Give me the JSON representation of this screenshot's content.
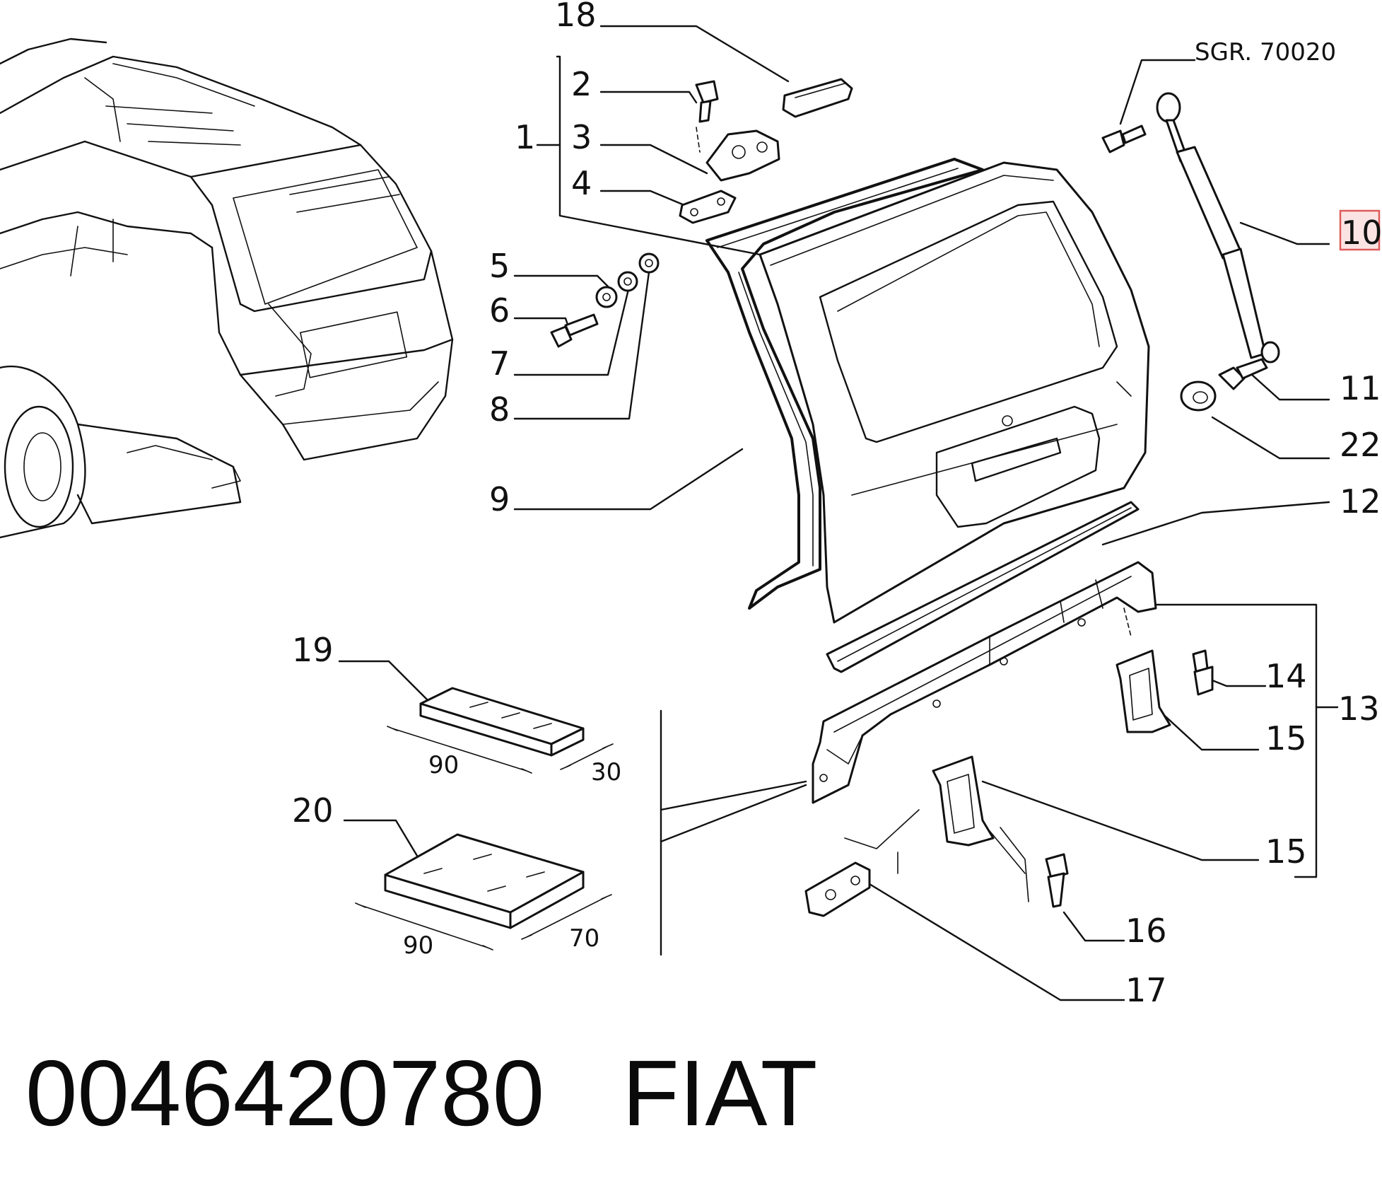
{
  "callouts": [
    {
      "id": "18",
      "text": "18"
    },
    {
      "id": "2",
      "text": "2"
    },
    {
      "id": "1",
      "text": "1"
    },
    {
      "id": "3",
      "text": "3"
    },
    {
      "id": "4",
      "text": "4"
    },
    {
      "id": "5",
      "text": "5"
    },
    {
      "id": "6",
      "text": "6"
    },
    {
      "id": "7",
      "text": "7"
    },
    {
      "id": "8",
      "text": "8"
    },
    {
      "id": "9",
      "text": "9"
    },
    {
      "id": "10",
      "text": "10",
      "highlighted": true
    },
    {
      "id": "11",
      "text": "11"
    },
    {
      "id": "22",
      "text": "22"
    },
    {
      "id": "12",
      "text": "12"
    },
    {
      "id": "13",
      "text": "13"
    },
    {
      "id": "14",
      "text": "14"
    },
    {
      "id": "15a",
      "text": "15"
    },
    {
      "id": "15b",
      "text": "15"
    },
    {
      "id": "16",
      "text": "16"
    },
    {
      "id": "17",
      "text": "17"
    },
    {
      "id": "19",
      "text": "19"
    },
    {
      "id": "20",
      "text": "20"
    }
  ],
  "reference": "SGR. 70020",
  "dimensions": {
    "pad19_length": "90",
    "pad19_width": "30",
    "pad20_length": "90",
    "pad20_width": "70"
  },
  "caption": {
    "part_number": "0046420780",
    "brand": "FIAT"
  },
  "colors": {
    "line": "#111111",
    "highlight_box": "#e05a5a",
    "highlight_fill": "#fbe3e3"
  }
}
